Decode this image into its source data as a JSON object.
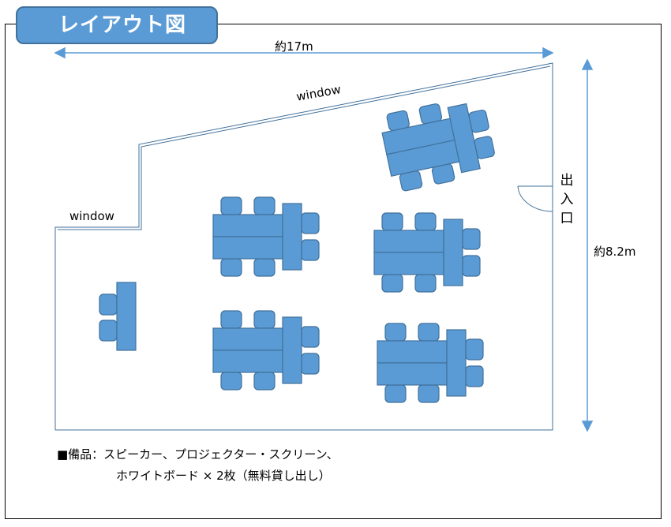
{
  "title": "レイアウト図",
  "dimensions": {
    "width": "約17m",
    "height": "約8.2m"
  },
  "windows": [
    "window",
    "window"
  ],
  "entrance": [
    "出",
    "入",
    "口"
  ],
  "equipment": {
    "line1": "■備品：スピーカー、プロジェクター・スクリーン、",
    "line2": "ホワイトボード × 2枚（無料貸し出し）"
  },
  "colors": {
    "table_fill": "#5b9bd5",
    "table_stroke": "#41719c",
    "title_bg": "#5b9bd5",
    "wall": "#41719c",
    "arrow": "#5b9bd5"
  }
}
